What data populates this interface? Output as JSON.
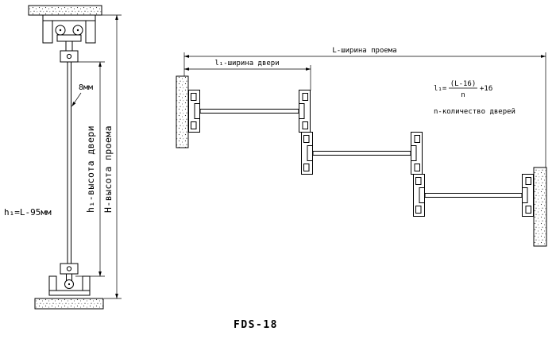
{
  "title": "FDS-18",
  "elevation": {
    "gap": "8мм",
    "door_height": "h₁-высота двери",
    "opening_height": "H-высота проема",
    "formula": "h₁=L-95мм"
  },
  "plan": {
    "opening_width": "L-ширина проема",
    "door_width": "l₁-ширина двери",
    "formula_lhs": "l₁=",
    "formula_num": "(L-16)",
    "formula_den": "n",
    "formula_tail": "+16",
    "note": "n-количество дверей"
  }
}
